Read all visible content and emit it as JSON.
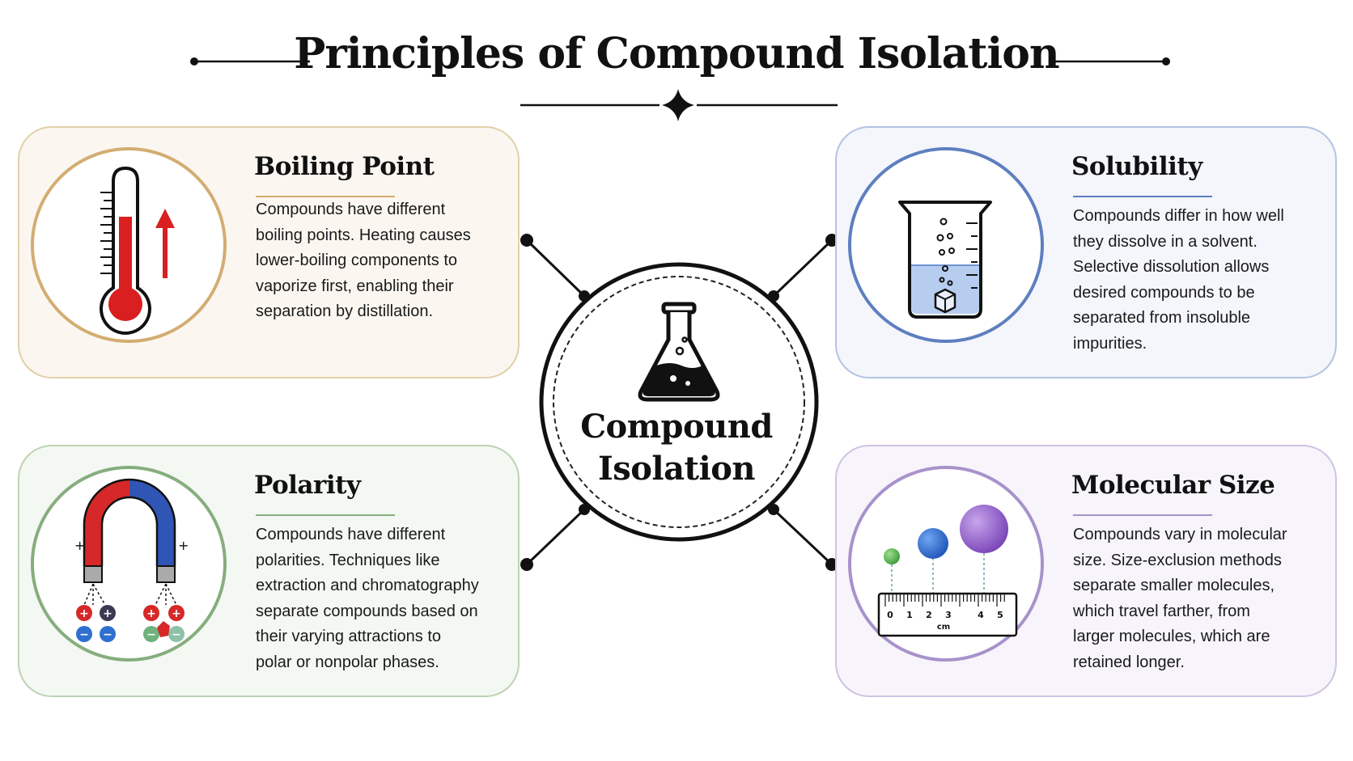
{
  "title": "Principles of Compound Isolation",
  "center": {
    "line1": "Compound",
    "line2": "Isolation"
  },
  "cards": {
    "boiling_point": {
      "title": "Boiling Point",
      "lines": [
        "Compounds have different",
        "boiling points. Heating causes",
        "lower-boiling components to",
        "vaporize first, enabling their",
        "separation by distillation."
      ],
      "icon": "thermometer-icon",
      "accent": "#d3ad72"
    },
    "solubility": {
      "title": "Solubility",
      "lines": [
        "Compounds differ in how well",
        "they dissolve in a solvent.",
        "Selective dissolution allows",
        "desired compounds to be",
        "separated from insoluble",
        "impurities."
      ],
      "icon": "beaker-icon",
      "accent": "#5e7fbf"
    },
    "polarity": {
      "title": "Polarity",
      "lines": [
        "Compounds have different",
        "polarities. Techniques like",
        "extraction and chromatography",
        "separate compounds based on",
        "their varying attractions to",
        "polar or nonpolar phases."
      ],
      "icon": "magnet-icon",
      "accent": "#86ad7e",
      "pole_signs": [
        "+",
        "+"
      ]
    },
    "molecular_size": {
      "title": "Molecular Size",
      "lines": [
        "Compounds vary in molecular",
        "size. Size-exclusion methods",
        "separate smaller molecules,",
        "which travel farther, from",
        "larger molecules, which are",
        "retained longer."
      ],
      "icon": "ruler-icon",
      "accent": "#a892cb",
      "ruler_ticks": [
        "0",
        "1",
        "2",
        "3",
        "4",
        "5"
      ],
      "ruler_unit": "cm"
    }
  }
}
